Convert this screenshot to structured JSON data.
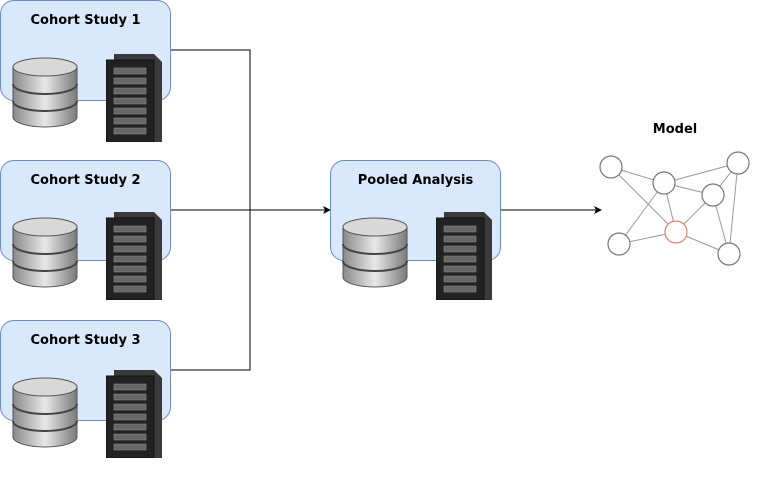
{
  "nodes": {
    "cohort1": {
      "label": "Cohort Study 1",
      "icons": [
        "database-icon",
        "server-rack-icon"
      ]
    },
    "cohort2": {
      "label": "Cohort Study 2",
      "icons": [
        "database-icon",
        "server-rack-icon"
      ]
    },
    "cohort3": {
      "label": "Cohort Study 3",
      "icons": [
        "database-icon",
        "server-rack-icon"
      ]
    },
    "pooled": {
      "label": "Pooled Analysis",
      "icons": [
        "database-icon",
        "server-rack-icon"
      ]
    },
    "model": {
      "label": "Model",
      "icon": "network-graph-icon"
    }
  },
  "edges": [
    {
      "from": "cohort1",
      "to": "pooled"
    },
    {
      "from": "cohort2",
      "to": "pooled"
    },
    {
      "from": "cohort3",
      "to": "pooled"
    },
    {
      "from": "pooled",
      "to": "model"
    }
  ],
  "colors": {
    "box_fill": "#dae8fc",
    "box_stroke": "#6c8ebf",
    "highlight_node": "#e8826a"
  }
}
